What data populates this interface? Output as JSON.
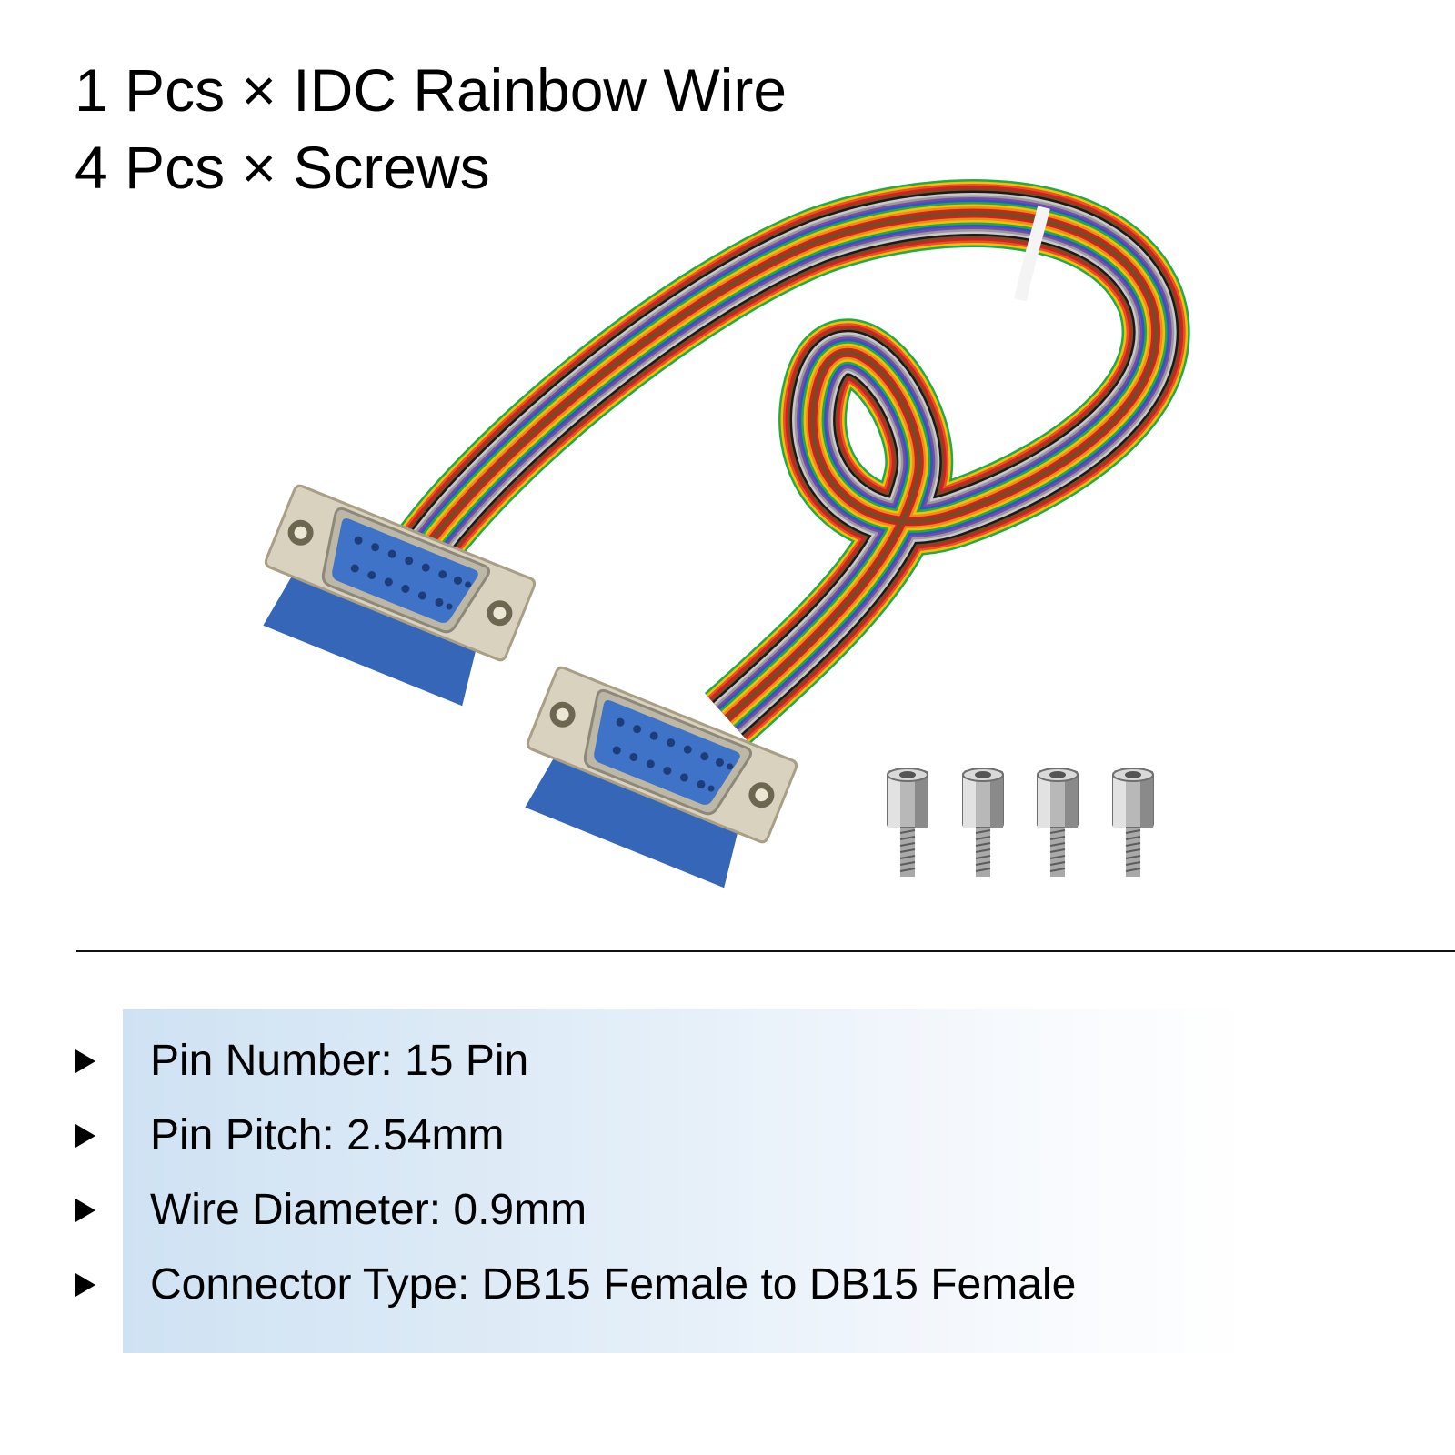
{
  "headline": {
    "line1": "1 Pcs × IDC Rainbow Wire",
    "line2": "4 Pcs × Screws"
  },
  "colors": {
    "wire_stripes": [
      "#1faa4b",
      "#f2c200",
      "#e8522a",
      "#d42020",
      "#7a4a25",
      "#1a1a1a",
      "#c9c9c9",
      "#9a9a9a",
      "#7b4aa8",
      "#2f55c8",
      "#1faa4b",
      "#f2c200",
      "#f08a1c",
      "#d42020",
      "#7a4a25"
    ],
    "connector_blue": "#3f73c8",
    "connector_metal": "#d8d2bf",
    "spec_panel": "#cfe2f3"
  },
  "icons": [
    "db15-female-connector-icon",
    "standoff-screw-icon",
    "bullet-triangle-icon"
  ],
  "specs": [
    {
      "text": "Pin Number: 15 Pin"
    },
    {
      "text": "Pin Pitch: 2.54mm"
    },
    {
      "text": "Wire Diameter: 0.9mm"
    },
    {
      "text": "Connector Type: DB15 Female to DB15 Female"
    }
  ]
}
